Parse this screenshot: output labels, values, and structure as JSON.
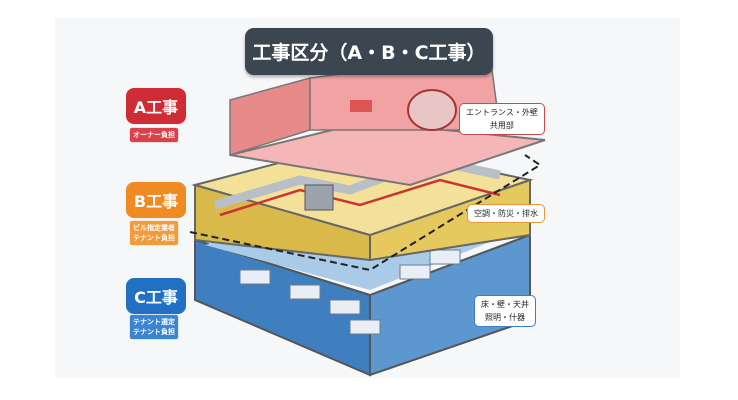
{
  "title": "工事区分（A・B・C工事）",
  "categories": [
    {
      "label": "A工事",
      "sub": [
        "オーナー負担"
      ],
      "color": "#d02c35"
    },
    {
      "label": "B工事",
      "sub": [
        "ビル指定業者",
        "テナント負担"
      ],
      "color": "#f08a23"
    },
    {
      "label": "C工事",
      "sub": [
        "テナント選定",
        "テナント負担"
      ],
      "color": "#2270c4"
    }
  ],
  "callouts": {
    "a": [
      "エントランス・外壁",
      "共用部"
    ],
    "b": [
      "空調・防災・排水"
    ],
    "c": [
      "床・壁・天井",
      "照明・什器"
    ]
  }
}
